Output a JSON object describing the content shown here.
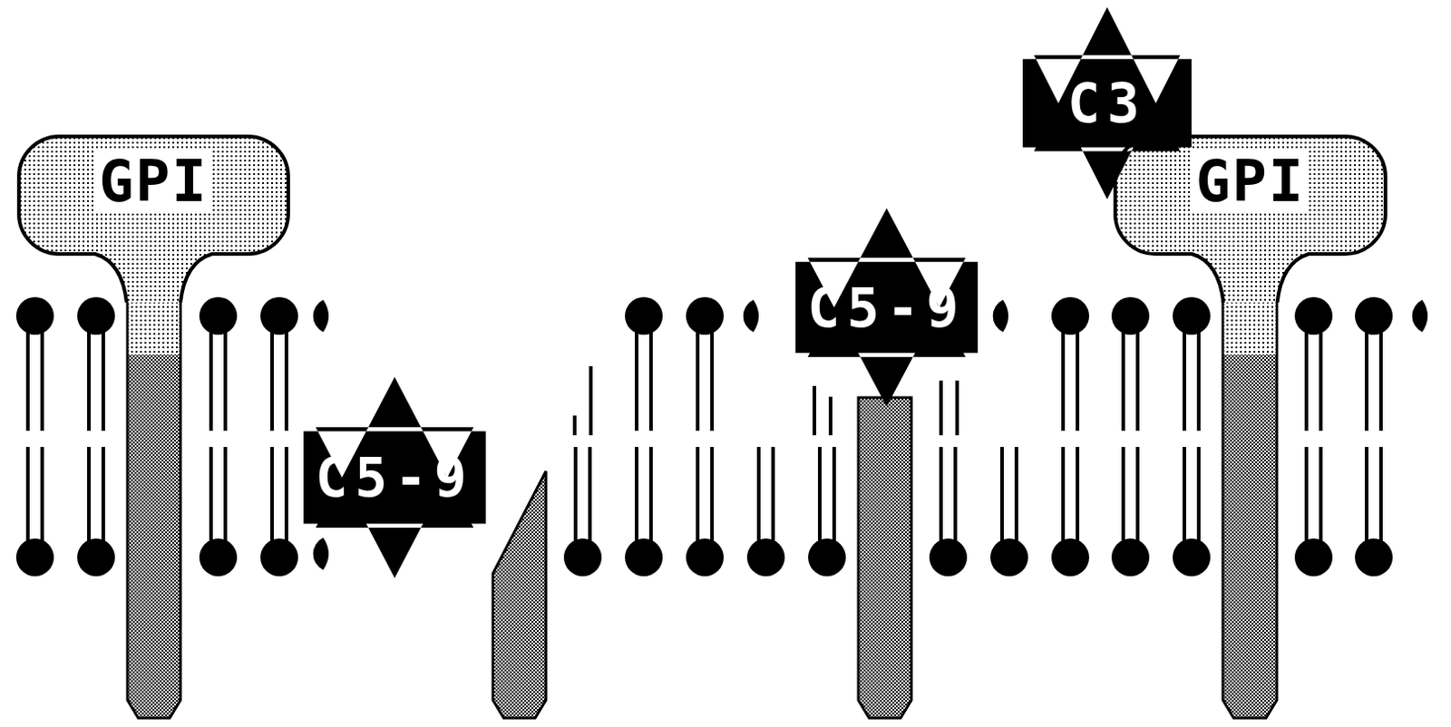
{
  "diagram": {
    "nodes": [
      {
        "text": [
          "GPI"
        ]
      },
      {
        "text": [
          "C5-9"
        ]
      },
      {
        "text": [
          "C5-9"
        ]
      },
      {
        "text": [
          "C3"
        ]
      },
      {
        "text": [
          "GPI"
        ]
      }
    ]
  }
}
